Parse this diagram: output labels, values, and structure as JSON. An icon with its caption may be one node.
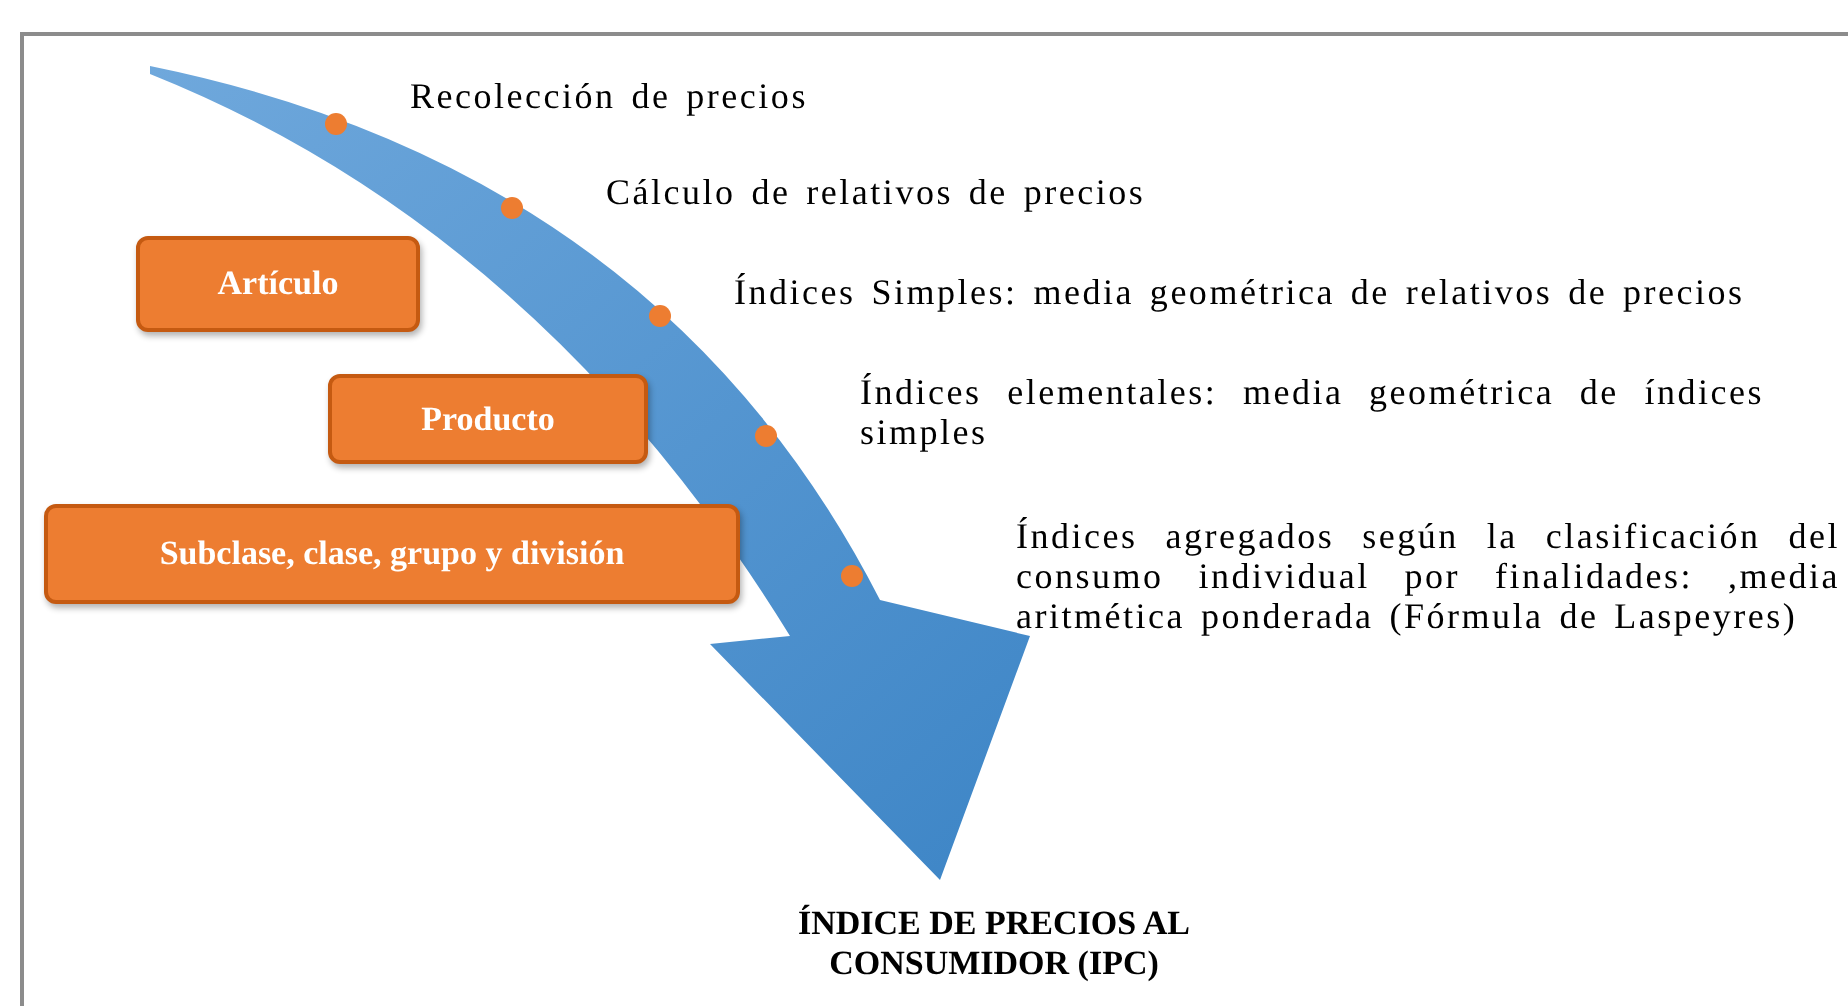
{
  "diagram": {
    "nodes": [
      {
        "text": [
          "Artículo"
        ]
      },
      {
        "text": [
          "Producto"
        ]
      },
      {
        "text": [
          "Subclase, clase, grupo y división"
        ]
      },
      {
        "text": [
          "ÍNDICE DE PRECIOS AL CONSUMIDOR (IPC)"
        ]
      }
    ],
    "edges": [
      {
        "from": null,
        "to": 3,
        "arrow": "to"
      }
    ],
    "labels": [
      "Recolección de precios",
      "Cálculo de relativos de precios",
      "Índices Simples: media geométrica de relativos de precios",
      "Índices elementales: media geométrica de índices simples",
      "Índices agregados según la clasificación del consumo individual por finalidades: ,media aritmética ponderada (Fórmula de Laspeyres)"
    ]
  }
}
